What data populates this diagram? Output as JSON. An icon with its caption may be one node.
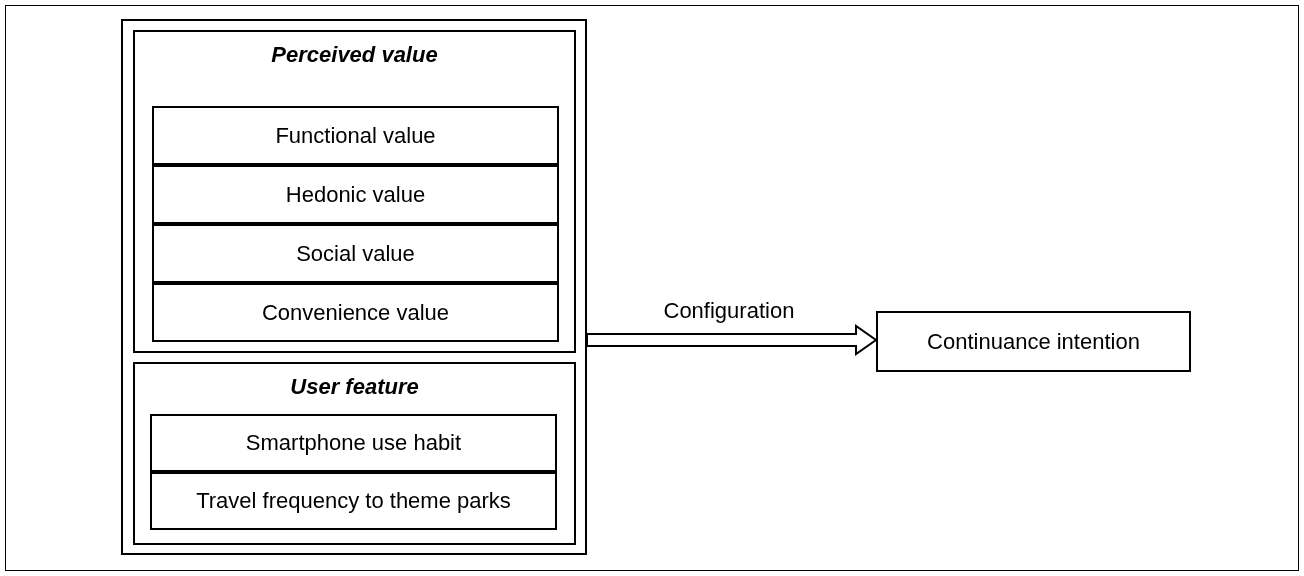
{
  "diagram": {
    "nodes": [
      {
        "text": [],
        "shape": "box"
      },
      {
        "text": [
          "Perceived value"
        ],
        "in": 0
      },
      {
        "text": [
          "Functional value"
        ],
        "in": 1
      },
      {
        "text": [
          "Hedonic value"
        ],
        "in": 1
      },
      {
        "text": [
          "Social value"
        ],
        "in": 1
      },
      {
        "text": [
          "Convenience value"
        ],
        "in": 1
      },
      {
        "text": [
          "User feature"
        ],
        "in": 0
      },
      {
        "text": [
          "Smartphone use habit"
        ],
        "in": 6
      },
      {
        "text": [
          "Travel frequency to theme parks"
        ],
        "in": 6
      },
      {
        "text": [
          "Continuance intention"
        ]
      }
    ],
    "edges": [
      {
        "from": 0,
        "to": 9,
        "arrow": "to",
        "label": "Configuration",
        "style": "thick"
      }
    ]
  }
}
